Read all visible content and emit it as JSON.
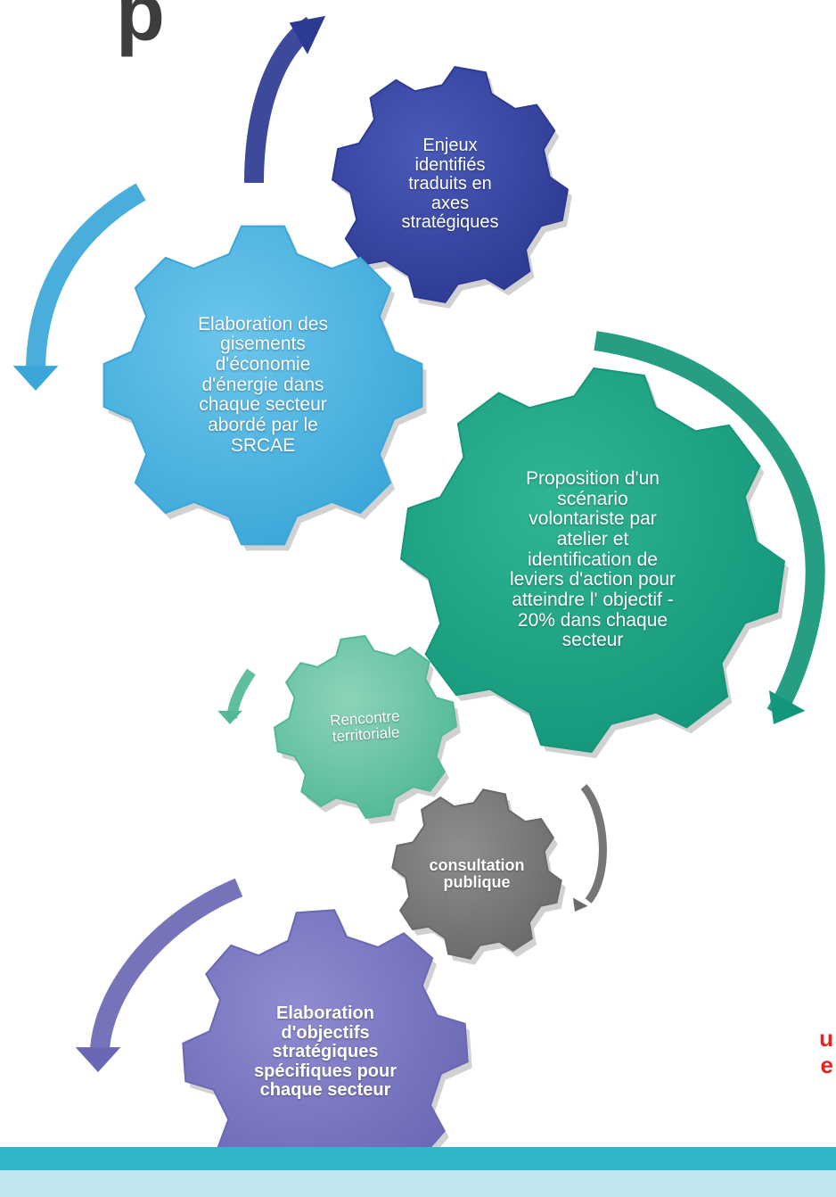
{
  "title_fragment": "p",
  "side_text": "u\ne",
  "gears": [
    {
      "id": "enjeux",
      "label": "Enjeux\nidentifiés\ntraduits en\naxes\nstratégiques",
      "color": "#2d3a93",
      "highlight": "#4a5ab8",
      "bold": false
    },
    {
      "id": "elaboration-gisements",
      "label": "Elaboration des\ngisements\nd'économie\nd'énergie dans\nchaque secteur\nabordé par le\nSRCAE",
      "color": "#3aa7d8",
      "highlight": "#6cc6ec",
      "bold": false
    },
    {
      "id": "proposition",
      "label": "Proposition d'un\nscénario\nvolontariste par\natelier et\nidentification de\nleviers d'action pour\natteindre l' objectif -\n20% dans chaque\nsecteur",
      "color": "#14967a",
      "highlight": "#2fb594",
      "bold": false
    },
    {
      "id": "rencontre",
      "label": "Rencontre\nterritoriale",
      "color": "#52b898",
      "highlight": "#8dd4b9",
      "bold": false
    },
    {
      "id": "consultation",
      "label": "consultation\npublique",
      "color": "#6a6a6a",
      "highlight": "#8e8e8e",
      "bold": true
    },
    {
      "id": "elaboration-objectifs",
      "label": "Elaboration\nd'objectifs\nstratégiques\nspécifiques pour\nchaque secteur",
      "color": "#6a67b5",
      "highlight": "#8f8cd0",
      "bold": true
    }
  ],
  "colors": {
    "footer_top": "#2fb6c9",
    "footer_bottom": "#bfe6ee",
    "arrow_dark_blue": "#2d3a93",
    "arrow_light_blue": "#3aa7d8",
    "arrow_teal": "#14967a",
    "arrow_mint": "#52b898",
    "arrow_grey": "#6a6a6a",
    "arrow_purple": "#6a67b5"
  }
}
